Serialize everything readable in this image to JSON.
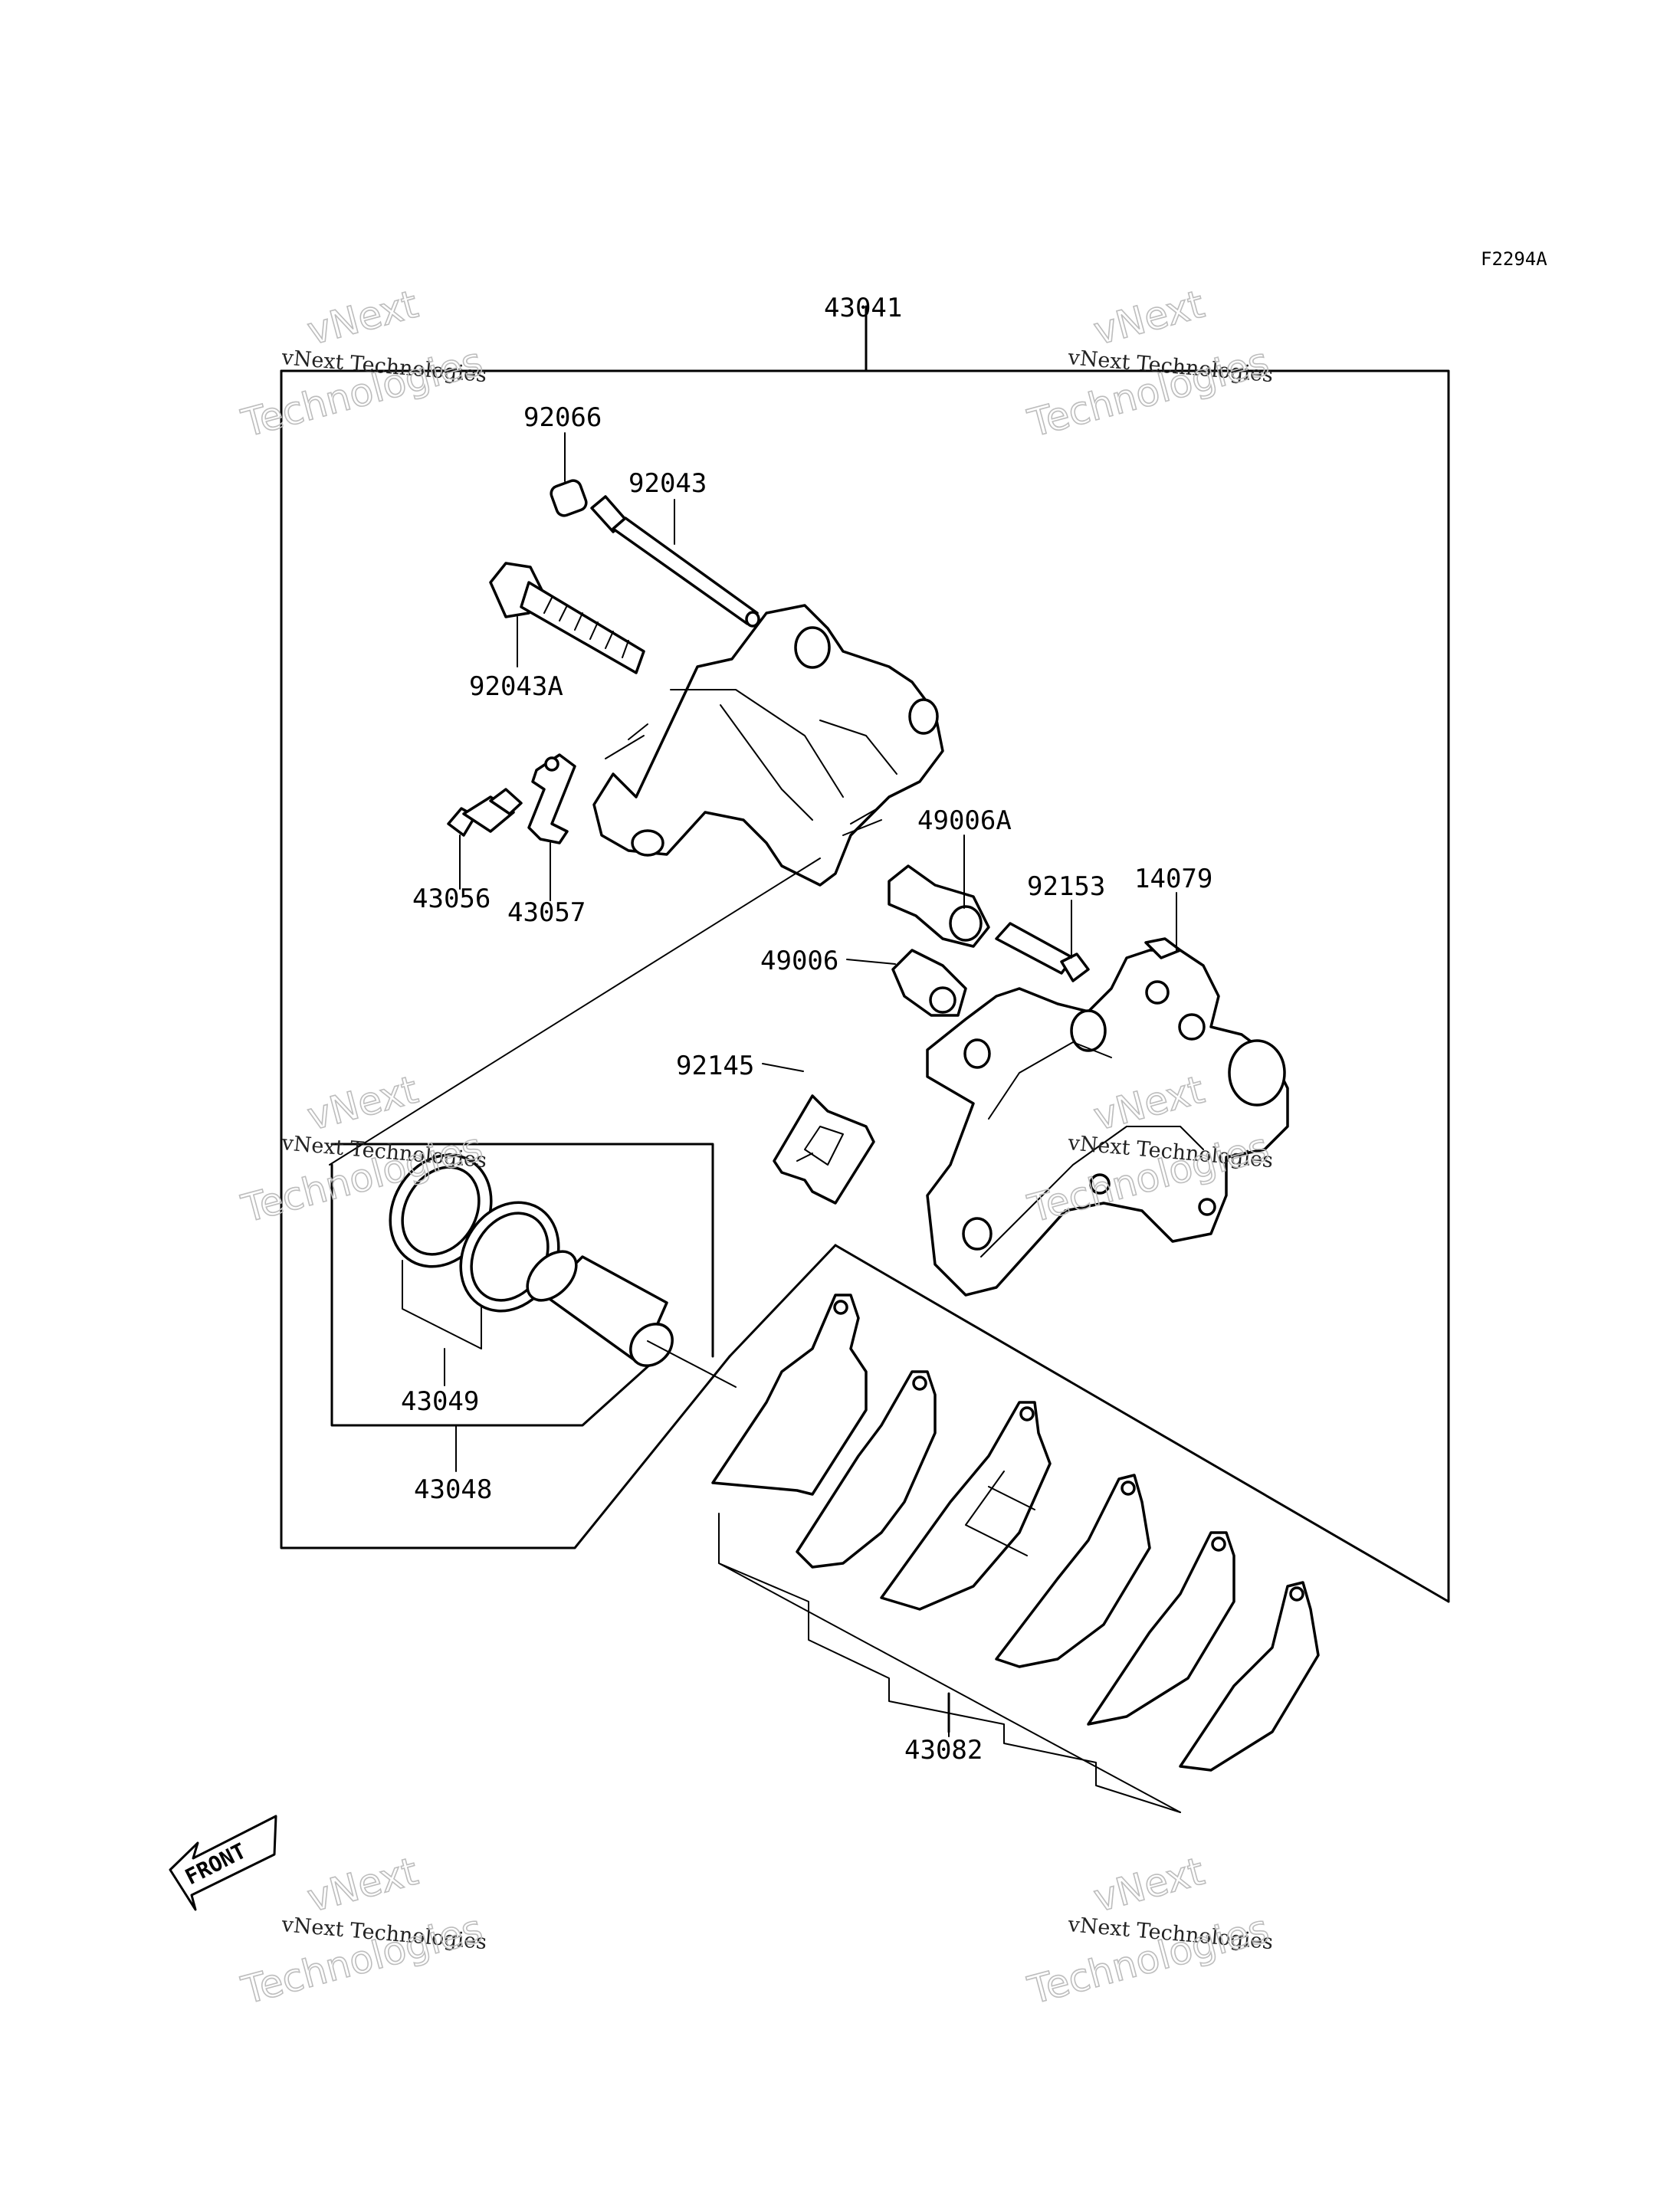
{
  "figure_code": "F2294A",
  "part_labels": {
    "p43041": "43041",
    "p92066": "92066",
    "p92043": "92043",
    "p92043A": "92043A",
    "p43056": "43056",
    "p43057": "43057",
    "p49006A": "49006A",
    "p92153": "92153",
    "p14079": "14079",
    "p49006": "49006",
    "p92145": "92145",
    "p43049": "43049",
    "p43048": "43048",
    "p43082": "43082"
  },
  "front_label": "FRONT",
  "watermarks": [
    {
      "small": "vNext Technologies",
      "big1": "vNext",
      "big2": "Technologies"
    },
    {
      "small": "vNext Technologies",
      "big1": "vNext",
      "big2": "Technologies"
    },
    {
      "small": "vNext Technologies",
      "big1": "vNext",
      "big2": "Technologies"
    },
    {
      "small": "vNext Technologies",
      "big1": "vNext",
      "big2": "Technologies"
    },
    {
      "small": "vNext Technologies",
      "big1": "vNext",
      "big2": "Technologies"
    },
    {
      "small": "vNext Technologies",
      "big1": "vNext",
      "big2": "Technologies"
    }
  ]
}
